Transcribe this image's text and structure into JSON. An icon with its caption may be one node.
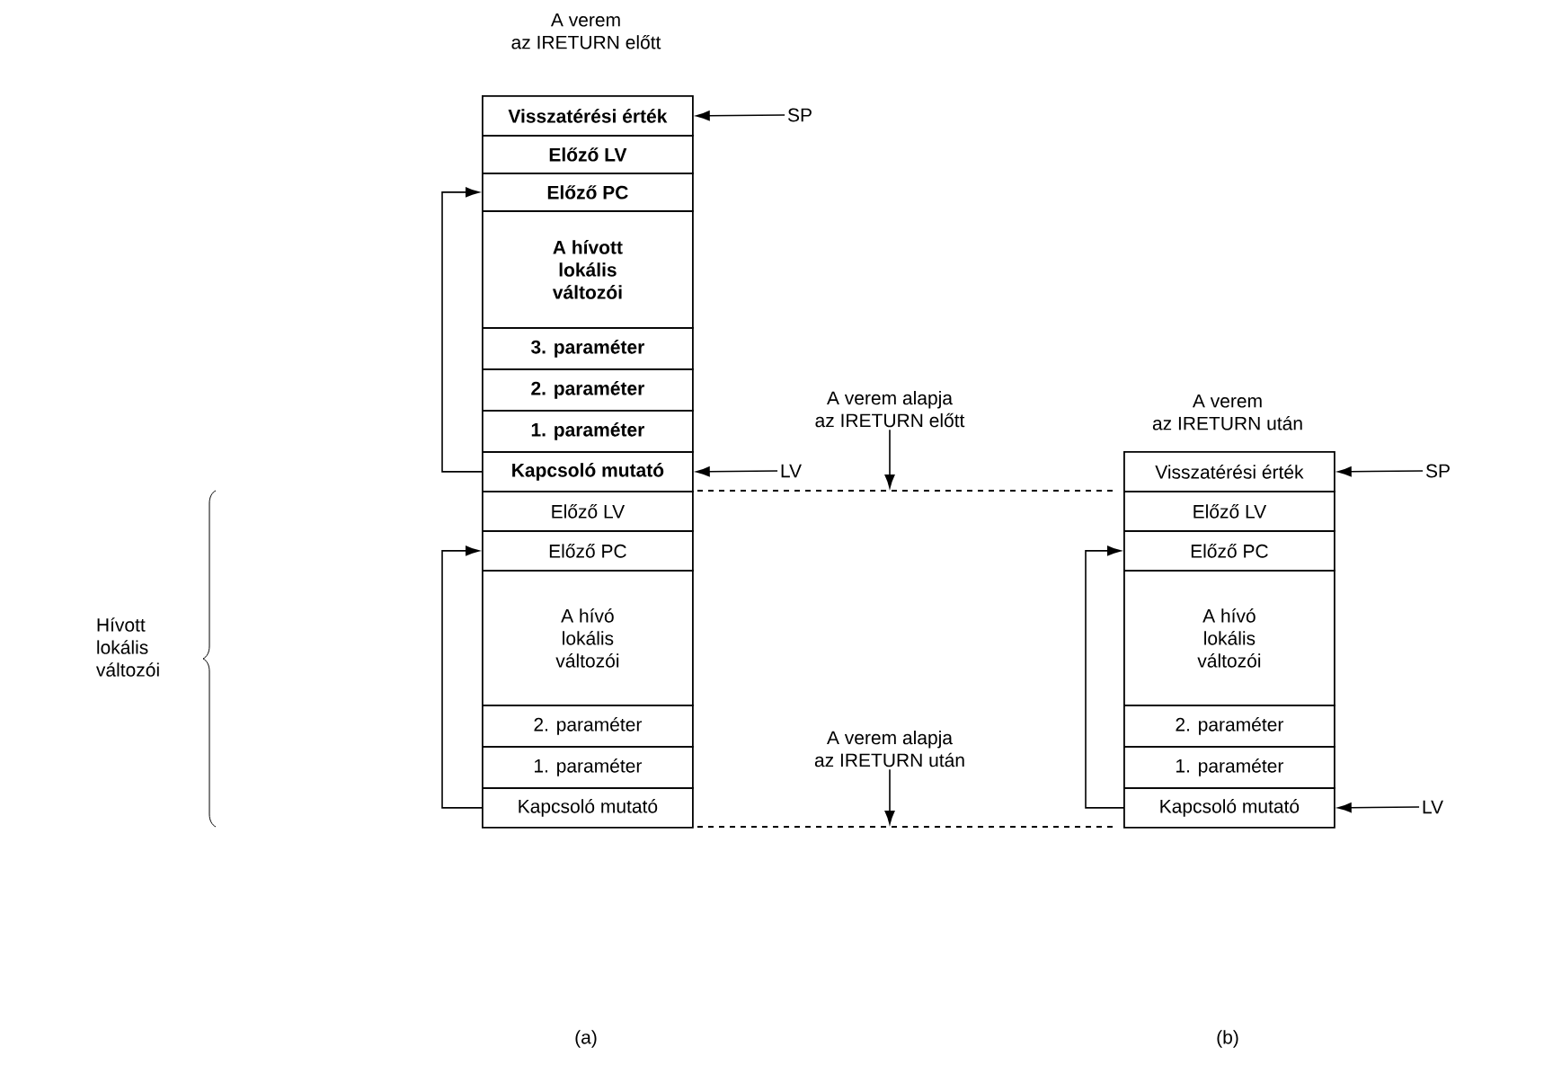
{
  "diagram": {
    "nodes": [
      {
        "text": [
          "Visszatérési érték"
        ]
      },
      {
        "text": [
          "Előző LV"
        ]
      },
      {
        "text": [
          "Előző PC"
        ]
      },
      {
        "text": [
          "A hívott lokális változói"
        ]
      },
      {
        "text": [
          "3. paraméter"
        ]
      },
      {
        "text": [
          "2. paraméter"
        ]
      },
      {
        "text": [
          "1. paraméter"
        ]
      },
      {
        "text": [
          "Kapcsoló mutató"
        ]
      },
      {
        "text": [
          "Előző LV"
        ]
      },
      {
        "text": [
          "Előző PC"
        ]
      },
      {
        "text": [
          "A hívó lokális változói"
        ]
      },
      {
        "text": [
          "2. paraméter"
        ]
      },
      {
        "text": [
          "1. paraméter"
        ]
      },
      {
        "text": [
          "Kapcsoló mutató"
        ]
      },
      {
        "text": [
          "Visszatérési érték"
        ]
      },
      {
        "text": [
          "Előző LV"
        ]
      },
      {
        "text": [
          "Előző PC"
        ]
      },
      {
        "text": [
          "A hívó lokális változói"
        ]
      },
      {
        "text": [
          "2. paraméter"
        ]
      },
      {
        "text": [
          "1. paraméter"
        ]
      },
      {
        "text": [
          "Kapcsoló mutató"
        ]
      },
      {
        "text": [
          "SP"
        ]
      },
      {
        "text": [
          "LV"
        ]
      },
      {
        "text": [
          "SP"
        ]
      },
      {
        "text": [
          "LV"
        ]
      },
      {
        "text": [
          "A verem alapja az IRETURN előtt"
        ]
      },
      {
        "text": [
          "A verem alapja az IRETURN után"
        ]
      }
    ],
    "edges": [
      {
        "from": 21,
        "to": 0,
        "arrow": "to"
      },
      {
        "from": 22,
        "to": 7,
        "arrow": "to"
      },
      {
        "from": 23,
        "to": 14,
        "arrow": "to"
      },
      {
        "from": 24,
        "to": 20,
        "arrow": "to"
      },
      {
        "from": 7,
        "to": 2,
        "arrow": "to"
      },
      {
        "from": 13,
        "to": 9,
        "arrow": "to"
      },
      {
        "from": 20,
        "to": 16,
        "arrow": "to"
      },
      {
        "from": 25,
        "to": null,
        "arrow": "to"
      },
      {
        "from": 26,
        "to": null,
        "arrow": "to"
      }
    ],
    "labels": [
      "A verem az IRETURN előtt",
      "A verem az IRETURN után",
      "Hívott lokális változói",
      "(a)",
      "(b)"
    ]
  }
}
